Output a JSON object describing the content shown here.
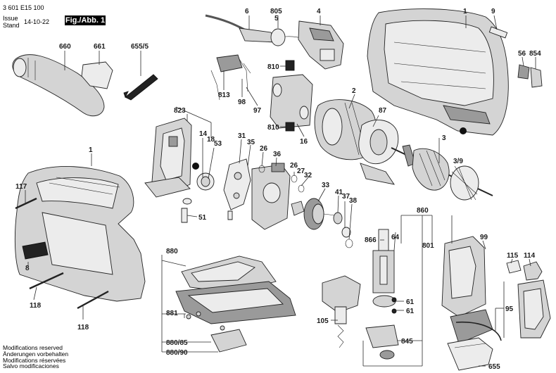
{
  "header": {
    "doc_number": "3 601 E15 100",
    "issue_label": "Issue",
    "stand_label": "Stand",
    "date": "14-10-22",
    "figure_label": "Fig./Abb. 1"
  },
  "footer_notes": [
    "Modifications reserved",
    "Änderungen vorbehalten",
    "Modifications réservées",
    "Salvo modificaciones"
  ],
  "labels": {
    "l6": "6",
    "l805": "805",
    "l5": "5",
    "l4": "4",
    "l1_top": "1",
    "l9": "9",
    "l660": "660",
    "l661": "661",
    "l655_5": "655/5",
    "l56": "56",
    "l854": "854",
    "l810a": "810",
    "l810b": "810",
    "l813": "813",
    "l98": "98",
    "l97": "97",
    "l2": "2",
    "l87": "87",
    "l16": "16",
    "l3": "3",
    "l3_9": "3/9",
    "l823": "823",
    "l14": "14",
    "l18": "18",
    "l53": "53",
    "l31": "31",
    "l35": "35",
    "l26a": "26",
    "l36": "36",
    "l26b": "26",
    "l27": "27",
    "l32": "32",
    "l33": "33",
    "l41": "41",
    "l37": "37",
    "l38": "38",
    "l51": "51",
    "l1_left": "1",
    "l117": "117",
    "l8": "8",
    "l118a": "118",
    "l118b": "118",
    "l880": "880",
    "l881": "881",
    "l880_85": "880/85",
    "l880_90": "880/90",
    "l860": "860",
    "l866": "866",
    "l64": "64",
    "l801": "801",
    "l99": "99",
    "l115": "115",
    "l114": "114",
    "l61a": "61",
    "l61b": "61",
    "l105": "105",
    "l95": "95",
    "l845": "845",
    "l655": "655"
  }
}
